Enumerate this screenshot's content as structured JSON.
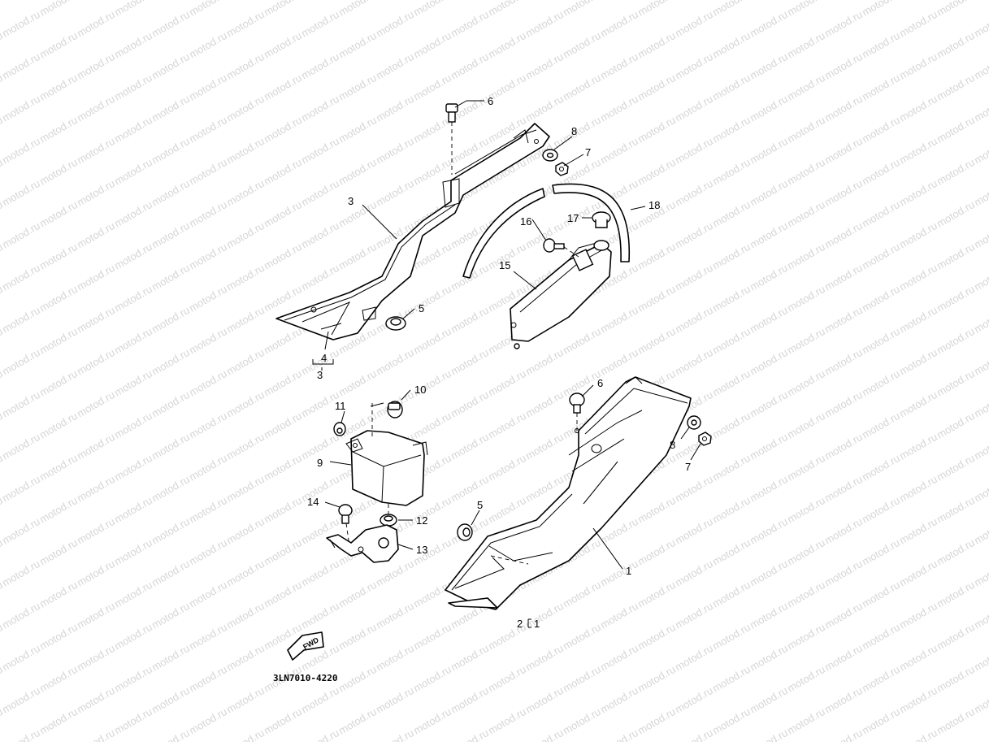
{
  "watermark": {
    "text": "motod.ru"
  },
  "diagram_code": "3LN7010-4220",
  "fwd_label": "FWD",
  "callouts": {
    "p1": "1",
    "p2": "2",
    "p2_bracket": "1",
    "p3": "3",
    "p4": "4",
    "p4_bracket": "3",
    "p5a": "5",
    "p5b": "5",
    "p6a": "6",
    "p6b": "6",
    "p7a": "7",
    "p7b": "7",
    "p8a": "8",
    "p8b": "8",
    "p9": "9",
    "p10": "10",
    "p11": "11",
    "p12": "12",
    "p13": "13",
    "p14": "14",
    "p15": "15",
    "p16": "16",
    "p17": "17",
    "p18": "18"
  }
}
